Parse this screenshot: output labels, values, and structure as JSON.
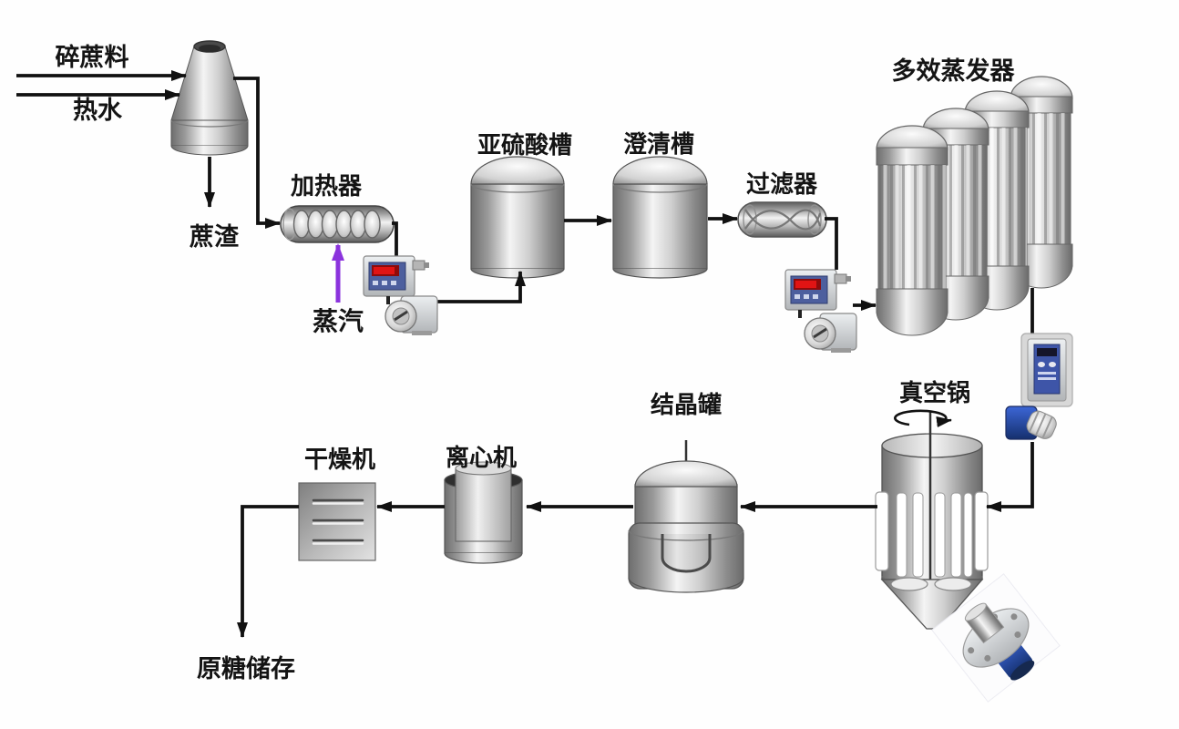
{
  "diagram_labels": {
    "crushed_cane": "碎蔗料",
    "hot_water": "热水",
    "bagasse": "蔗渣",
    "heater": "加热器",
    "steam": "蒸汽",
    "sulfitation_tank": "亚硫酸槽",
    "clarifier": "澄清槽",
    "filter": "过滤器",
    "evaporator": "多效蒸发器",
    "vacuum_pan": "真空锅",
    "crystallizer": "结晶罐",
    "centrifuge": "离心机",
    "dryer": "干燥机",
    "raw_sugar_storage": "原糖储存"
  },
  "process": {
    "inputs": [
      "碎蔗料",
      "热水"
    ],
    "utility_inputs": [
      "蒸汽"
    ],
    "byproducts": [
      "蔗渣"
    ],
    "flow_sequence": [
      "加热器",
      "亚硫酸槽",
      "澄清槽",
      "过滤器",
      "多效蒸发器",
      "真空锅",
      "结晶罐",
      "离心机",
      "干燥机",
      "原糖储存"
    ]
  },
  "colors": {
    "background": "#ffffff",
    "flow_line": "#111111",
    "steam_arrow": "#8b33dd",
    "equipment_metal": "#c8c8c8",
    "instrument_panel_blue": "#4d5f9e",
    "instrument_display_red": "#e11414",
    "pump_blue": "#2d54c0"
  }
}
